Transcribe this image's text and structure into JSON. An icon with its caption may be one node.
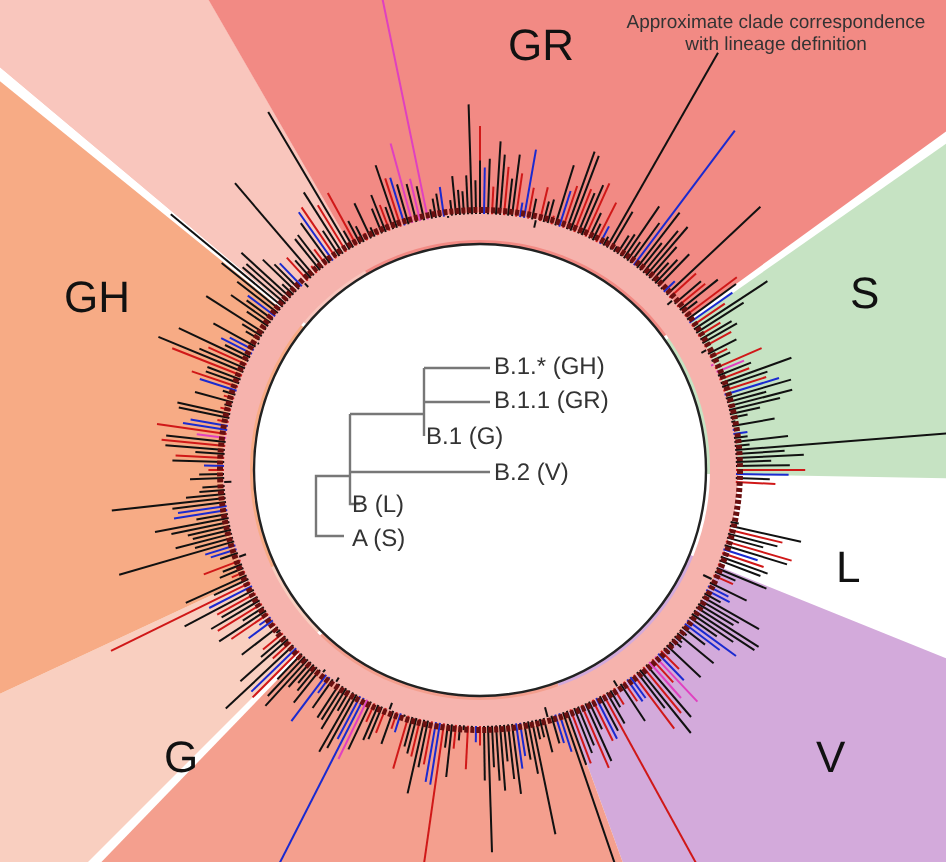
{
  "diagram": {
    "nodes": [
      {
        "text": [
          "GR"
        ]
      },
      {
        "text": [
          "S"
        ]
      },
      {
        "text": [
          "L"
        ]
      },
      {
        "text": [
          "V"
        ]
      },
      {
        "text": [
          "G"
        ]
      },
      {
        "text": [
          "GH"
        ]
      }
    ],
    "edges": [],
    "labels": [
      "Approximate clade correspondence with lineage definition",
      "B.1.* (GH)",
      "B.1.1 (GR)",
      "B.1 (G)",
      "B.2 (V)",
      "B (L)",
      "A (S)"
    ]
  }
}
